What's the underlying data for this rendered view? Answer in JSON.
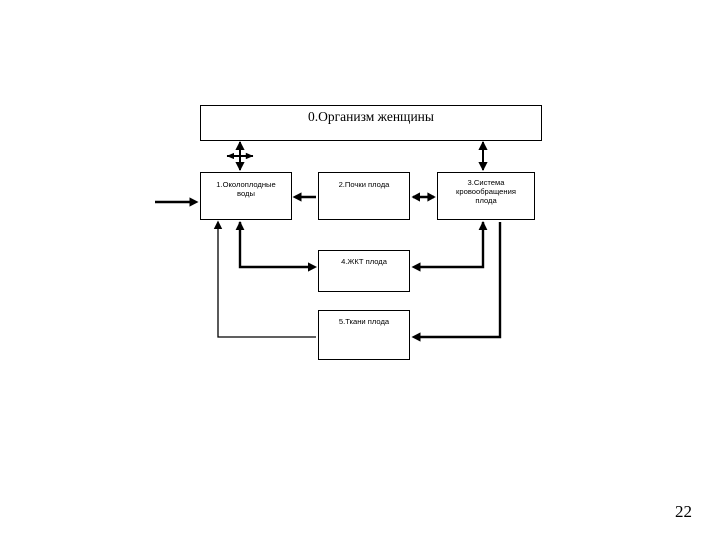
{
  "slide": {
    "page_number": "22",
    "background_color": "#ffffff",
    "line_color": "#000000",
    "text_color": "#000000"
  },
  "diagram": {
    "type": "block-flow-diagram",
    "nodes": [
      {
        "id": "0",
        "label": "0.Организм женщины"
      },
      {
        "id": "1",
        "label": "1.Околоплодные\nводы"
      },
      {
        "id": "2",
        "label": "2.Почки плода"
      },
      {
        "id": "3",
        "label": "3.Система\nкровообращения\nплода"
      },
      {
        "id": "4",
        "label": "4.ЖКТ плода"
      },
      {
        "id": "5",
        "label": "5.Ткани плода"
      }
    ],
    "edges": [
      {
        "from": "0",
        "to": "1",
        "direction": "both"
      },
      {
        "from": "0",
        "to": "3",
        "direction": "both"
      },
      {
        "from": "2",
        "to": "1",
        "direction": "one"
      },
      {
        "from": "2",
        "to": "3",
        "direction": "both"
      },
      {
        "from": "external",
        "to": "1",
        "direction": "one"
      },
      {
        "from": "1",
        "to": "4",
        "direction": "one"
      },
      {
        "from": "3",
        "to": "4",
        "direction": "one"
      },
      {
        "from": "3",
        "to": "5",
        "direction": "one"
      },
      {
        "from": "5",
        "to": "1",
        "direction": "one"
      }
    ]
  }
}
